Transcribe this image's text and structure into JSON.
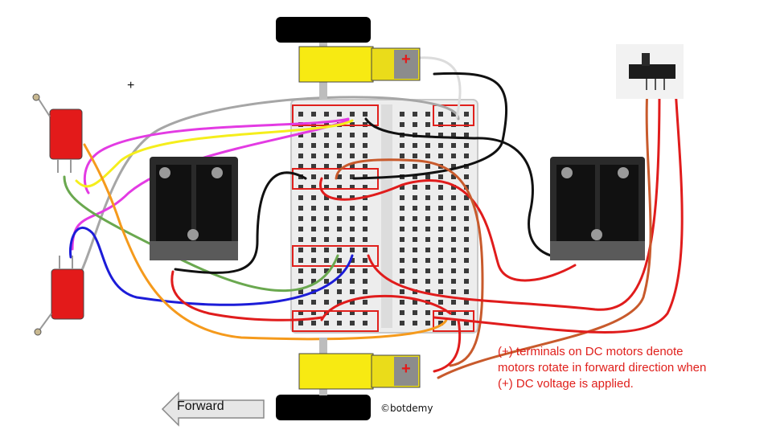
{
  "diagram": {
    "note_lines": [
      "(+) terminals on DC motors denote",
      "motors rotate in forward direction when",
      "(+) DC voltage is applied."
    ],
    "forward_label": "Forward",
    "credit": "©botdemy",
    "plus_mark": "+",
    "motor_plus": "+",
    "colors": {
      "motor_body": "#f7ea12",
      "wheel": "#000000",
      "switch_red": "#e31a1a",
      "breadboard": "#eeeeee",
      "red_box": "#e0201c",
      "note_text": "#e0201c",
      "wire_gray": "#a6a6a6",
      "wire_magenta": "#e33be3",
      "wire_yellow": "#f5ee1c",
      "wire_green": "#6aa84f",
      "wire_blue": "#1c1cd8",
      "wire_orange": "#f59a1c",
      "wire_red": "#e01c1c",
      "wire_black": "#111111",
      "wire_brown": "#c85a2c"
    },
    "components": [
      "top-dc-motor",
      "bottom-dc-motor",
      "top-limit-switch",
      "bottom-limit-switch",
      "left-battery-holder",
      "right-battery-holder",
      "slide-switch",
      "breadboard"
    ]
  }
}
